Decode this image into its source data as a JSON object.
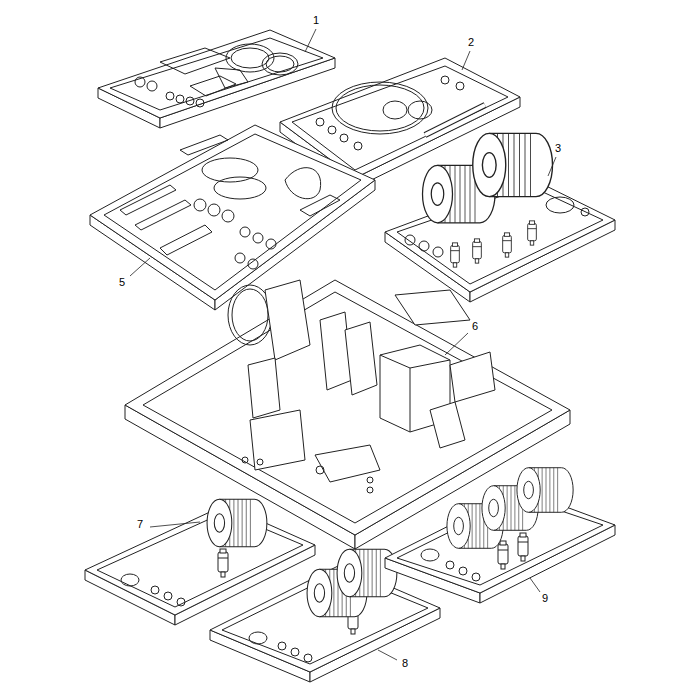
{
  "diagram": {
    "labels": [
      "1",
      "2",
      "3",
      "5",
      "6",
      "7",
      "8",
      "9"
    ]
  }
}
